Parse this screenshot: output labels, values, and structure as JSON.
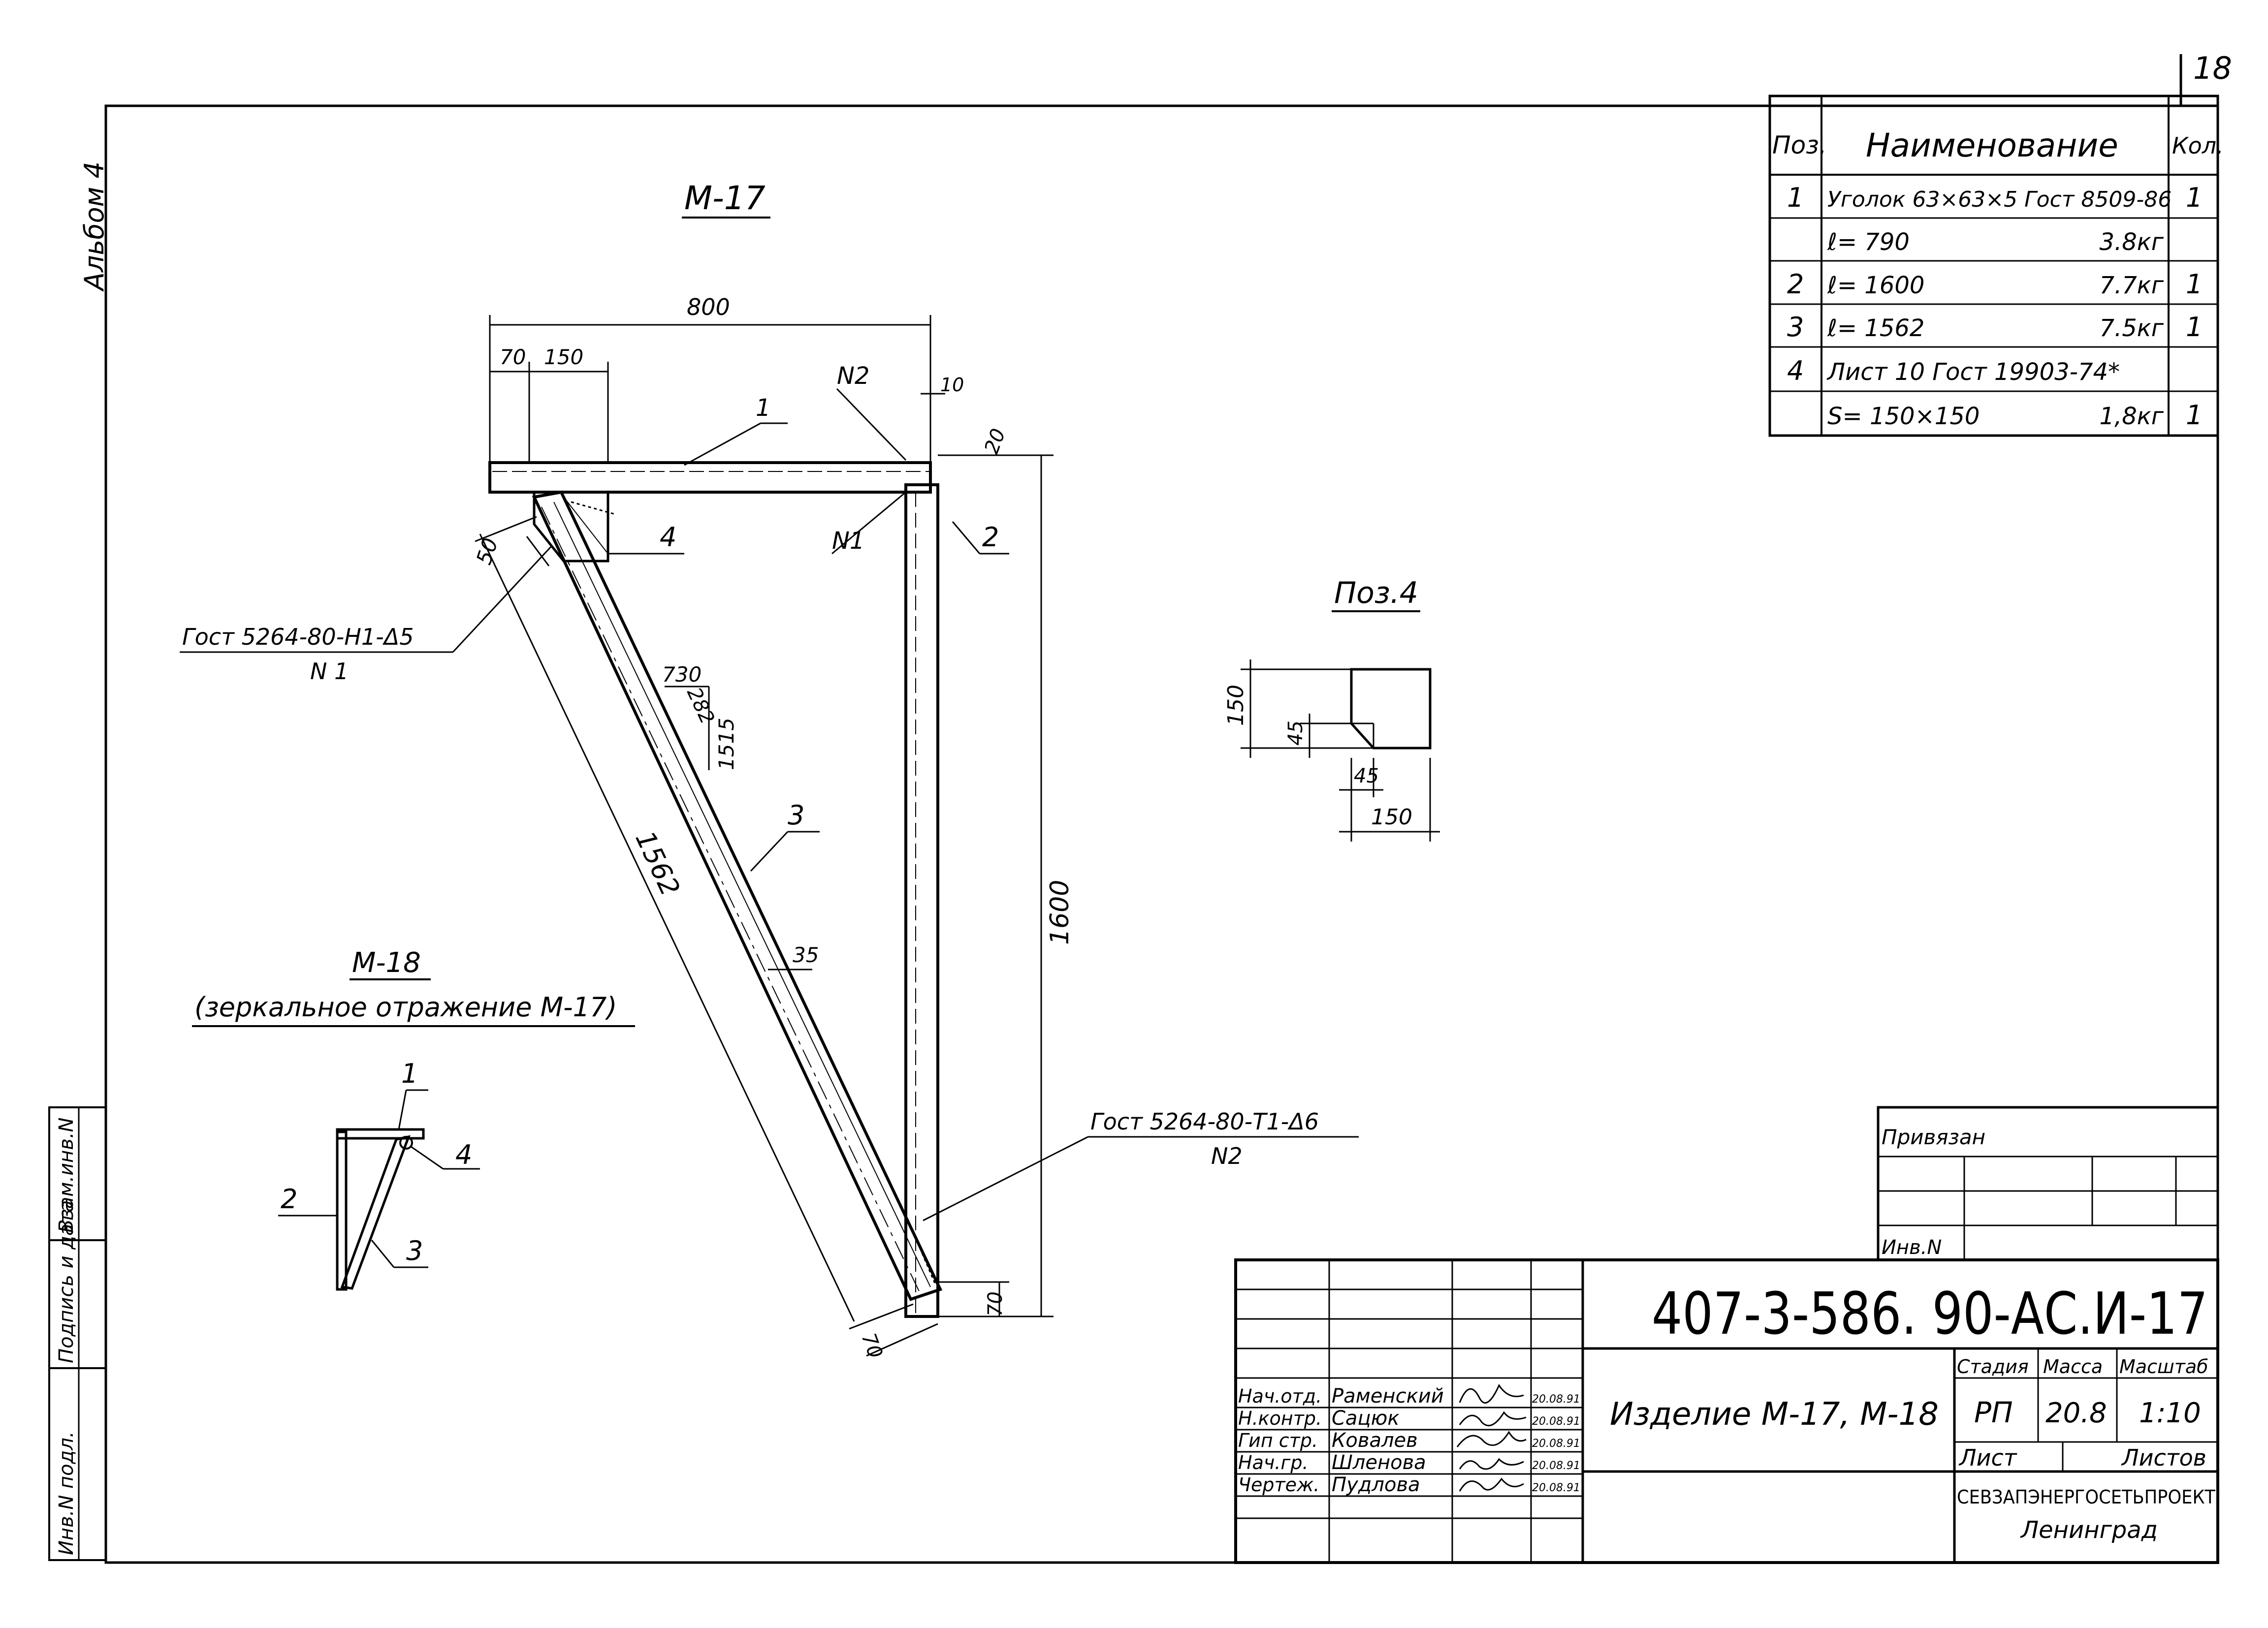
{
  "sheet_number": "18",
  "album_label": "Альбом 4",
  "spec_table": {
    "headers": {
      "pos": "Поз.",
      "name": "Наименование",
      "qty": "Кол."
    },
    "rows": [
      {
        "pos": "1",
        "name": "Уголок 63×63×5 Гост 8509-86",
        "mass": "",
        "qty": "1"
      },
      {
        "pos": "",
        "name": "ℓ= 790",
        "mass": "3.8кг",
        "qty": ""
      },
      {
        "pos": "2",
        "name": "ℓ= 1600",
        "mass": "7.7кг",
        "qty": "1"
      },
      {
        "pos": "3",
        "name": "ℓ= 1562",
        "mass": "7.5кг",
        "qty": "1"
      },
      {
        "pos": "4",
        "name": "Лист 10 Гост 19903-74*",
        "mass": "",
        "qty": ""
      },
      {
        "pos": "",
        "name": "S= 150×150",
        "mass": "1,8кг",
        "qty": "1"
      }
    ]
  },
  "drawing_m17": {
    "title": "М-17",
    "dims": {
      "d800": "800",
      "d70": "70",
      "d150": "150",
      "d10": "10",
      "d20": "20",
      "d50": "50",
      "d730": "730",
      "d282": "282",
      "d1515": "1515",
      "d1562": "1562",
      "d35": "35",
      "d1600": "1600",
      "d70b": "70",
      "d70c": "70"
    },
    "callouts": {
      "p1": "1",
      "p2": "2",
      "p3": "3",
      "p4": "4",
      "n1": "N1",
      "n2": "N2",
      "weld1_line1": "Гост 5264-80-Н1-Δ5",
      "weld1_line2": "N 1",
      "weld2_line1": "Гост 5264-80-Т1-Δ6",
      "weld2_line2": "N2"
    }
  },
  "drawing_m18": {
    "title": "М-18",
    "subtitle": "(зеркальное отражение М-17)",
    "callouts": {
      "p1": "1",
      "p2": "2",
      "p3": "3",
      "p4": "4"
    }
  },
  "pos4": {
    "title": "Поз.4",
    "dims": {
      "h150": "150",
      "h45": "45",
      "v45": "45",
      "w150": "150"
    }
  },
  "binding_box": {
    "label": "Привязан",
    "inv_label": "Инв.N"
  },
  "side_stamp": {
    "inv_podl": "Инв.N подл.",
    "signature_date": "Подпись и дата",
    "replace_inv": "Взам.инв.N"
  },
  "title_block": {
    "code": "407-3-586. 90-АС.И-17",
    "item_name": "Изделие М-17, М-18",
    "stage_label": "Стадия",
    "stage": "РП",
    "mass_label": "Масса",
    "mass": "20.8",
    "scale_label": "Масштаб",
    "scale": "1:10",
    "sheet_label": "Лист",
    "sheets_label": "Листов",
    "org_line1": "СЕВЗАПЭНЕРГОСЕТЬПРОЕКТ",
    "org_line2": "Ленинград",
    "people": [
      {
        "role": "Нач.отд.",
        "name": "Раменский",
        "date": "20.08.91"
      },
      {
        "role": "Н.контр.",
        "name": "Сацюк",
        "date": "20.08.91"
      },
      {
        "role": "Гип стр.",
        "name": "Ковалев",
        "date": "20.08.91"
      },
      {
        "role": "Нач.гр.",
        "name": "Шленова",
        "date": "20.08.91"
      },
      {
        "role": "Чертеж.",
        "name": "Пудлова",
        "date": "20.08.91"
      }
    ]
  }
}
